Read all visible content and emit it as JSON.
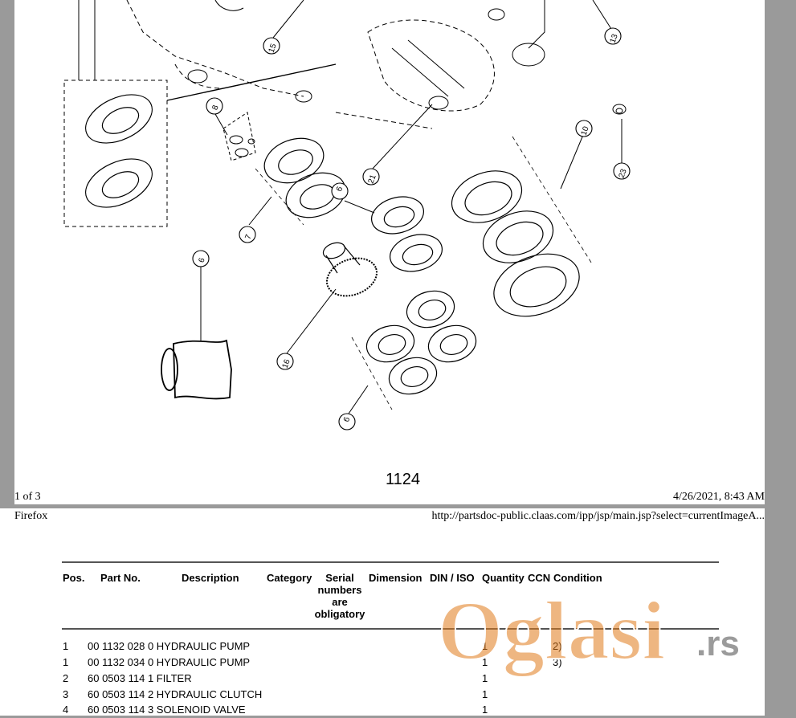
{
  "page1": {
    "page_number": "1124",
    "footer_left": "1 of 3",
    "footer_right": "4/26/2021, 8:43 AM",
    "callouts": [
      "15",
      "13",
      "8",
      "10",
      "21",
      "9",
      "7",
      "23",
      "6",
      "16",
      "9"
    ]
  },
  "page2": {
    "header_left": "Firefox",
    "header_right": "http://partsdoc-public.claas.com/ipp/jsp/main.jsp?select=currentImageA...",
    "columns": {
      "pos": "Pos.",
      "part_no": "Part No.",
      "description": "Description",
      "category": "Category",
      "serial": "Serial numbers are obligatory",
      "dimension": "Dimension",
      "din_iso": "DIN / ISO",
      "quantity": "Quantity",
      "ccn": "CCN",
      "condition": "Condition"
    },
    "rows": [
      {
        "pos": "1",
        "part": "00 1132 028 0 HYDRAULIC PUMP",
        "qty": "1",
        "cond": "2)"
      },
      {
        "pos": "1",
        "part": "00 1132 034 0 HYDRAULIC PUMP",
        "qty": "1",
        "cond": "3)"
      },
      {
        "pos": "2",
        "part": "60 0503 114 1 FILTER",
        "qty": "1",
        "cond": ""
      },
      {
        "pos": "3",
        "part": "60 0503 114 2 HYDRAULIC CLUTCH",
        "qty": "1",
        "cond": ""
      },
      {
        "pos": "4",
        "part": "60 0503 114 3 SOLENOID VALVE",
        "qty": "1",
        "cond": ""
      }
    ]
  },
  "watermark": {
    "brand": "Oglasi",
    "tld": ".rs",
    "color": "#e07a1a"
  }
}
